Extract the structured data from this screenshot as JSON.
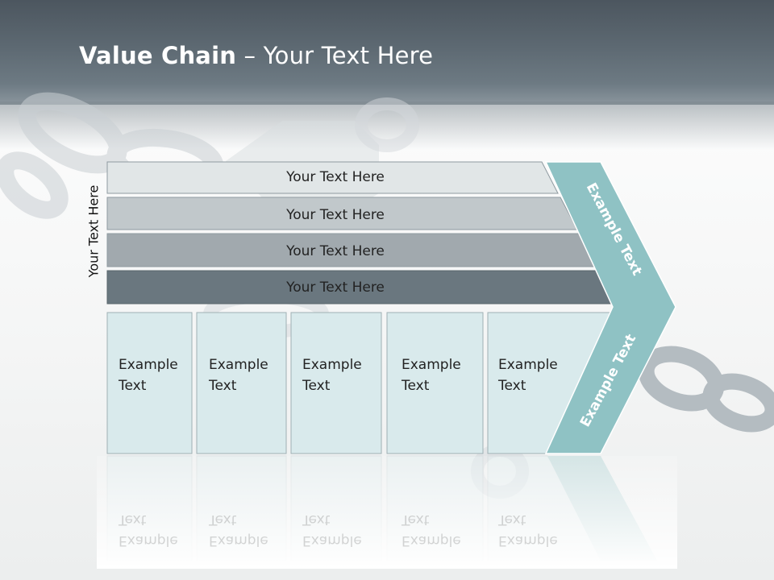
{
  "slide": {
    "title_bold": "Value Chain",
    "title_rest": " – Your Text Here"
  },
  "diagram": {
    "side_label": "Your Text Here",
    "bars": [
      {
        "label": "Your Text Here",
        "fill": "#e1e6e7"
      },
      {
        "label": "Your Text Here",
        "fill": "#c1c8cb"
      },
      {
        "label": "Your Text Here",
        "fill": "#a1a9ae"
      },
      {
        "label": "Your Text Here",
        "fill": "#6a777f"
      }
    ],
    "columns": [
      {
        "line1": "Example",
        "line2": "Text"
      },
      {
        "line1": "Example",
        "line2": "Text"
      },
      {
        "line1": "Example",
        "line2": "Text"
      },
      {
        "line1": "Example",
        "line2": "Text"
      },
      {
        "line1": "Example",
        "line2": "Text"
      }
    ],
    "arrow_top_label": "Example Text",
    "arrow_bottom_label": "Example Text",
    "colors": {
      "arrow": "#8fc2c4",
      "column_fill": "#d9eaec",
      "column_stroke": "#9fb0b4"
    }
  }
}
